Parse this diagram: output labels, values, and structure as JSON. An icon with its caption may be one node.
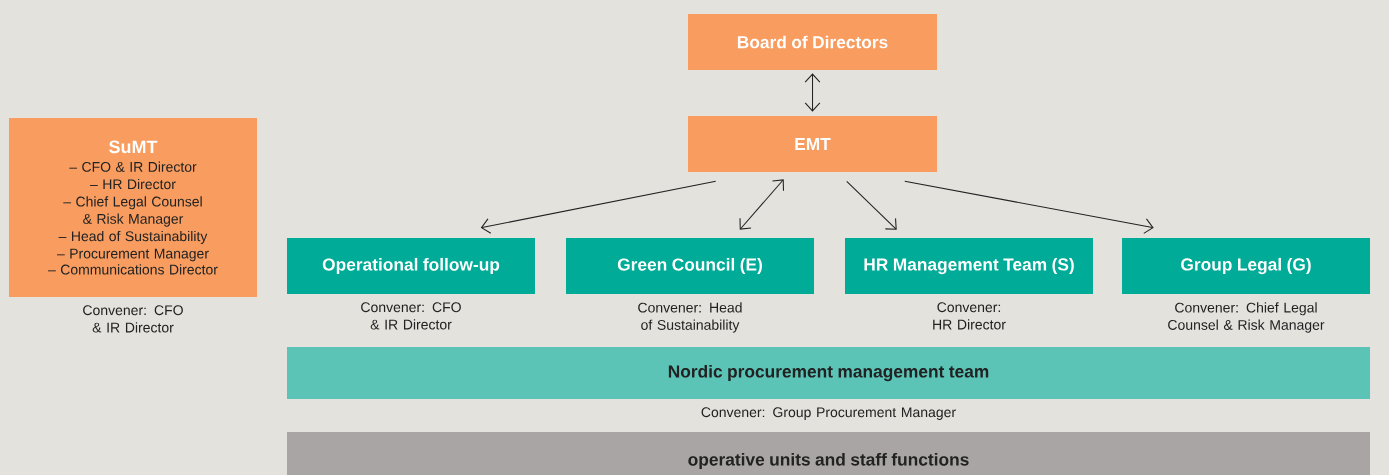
{
  "diagram": {
    "nodes": [
      {
        "text": [
          "Board of Directors"
        ]
      },
      {
        "text": [
          "EMT"
        ]
      },
      {
        "text": [
          "SuMT",
          "– CFO & IR Director",
          "– HR Director",
          "– Chief Legal Counsel & Risk Manager",
          "– Head of Sustainability",
          "– Procurement Manager",
          "– Communications Director"
        ],
        "beside": [
          "Convener: CFO & IR Director"
        ]
      },
      {
        "text": [
          "Operational follow-up"
        ],
        "beside": [
          "Convener: CFO & IR Director"
        ]
      },
      {
        "text": [
          "Green Council (E)"
        ],
        "beside": [
          "Convener: Head of Sustainability"
        ]
      },
      {
        "text": [
          "HR Management Team (S)"
        ],
        "beside": [
          "Convener: HR Director"
        ]
      },
      {
        "text": [
          "Group Legal (G)"
        ],
        "beside": [
          "Convener: Chief Legal Counsel & Risk Manager"
        ]
      },
      {
        "text": [
          "Nordic procurement management team"
        ],
        "beside": [
          "Convener: Group Procurement Manager"
        ]
      },
      {
        "text": [
          "operative units and staff functions"
        ]
      }
    ],
    "edges": [
      {
        "from": 0,
        "to": 1,
        "arrow": "both"
      },
      {
        "from": 1,
        "to": 3,
        "arrow": "to"
      },
      {
        "from": 1,
        "to": 4,
        "arrow": "both"
      },
      {
        "from": 1,
        "to": 5,
        "arrow": "to"
      },
      {
        "from": 1,
        "to": 6,
        "arrow": "to"
      }
    ]
  }
}
